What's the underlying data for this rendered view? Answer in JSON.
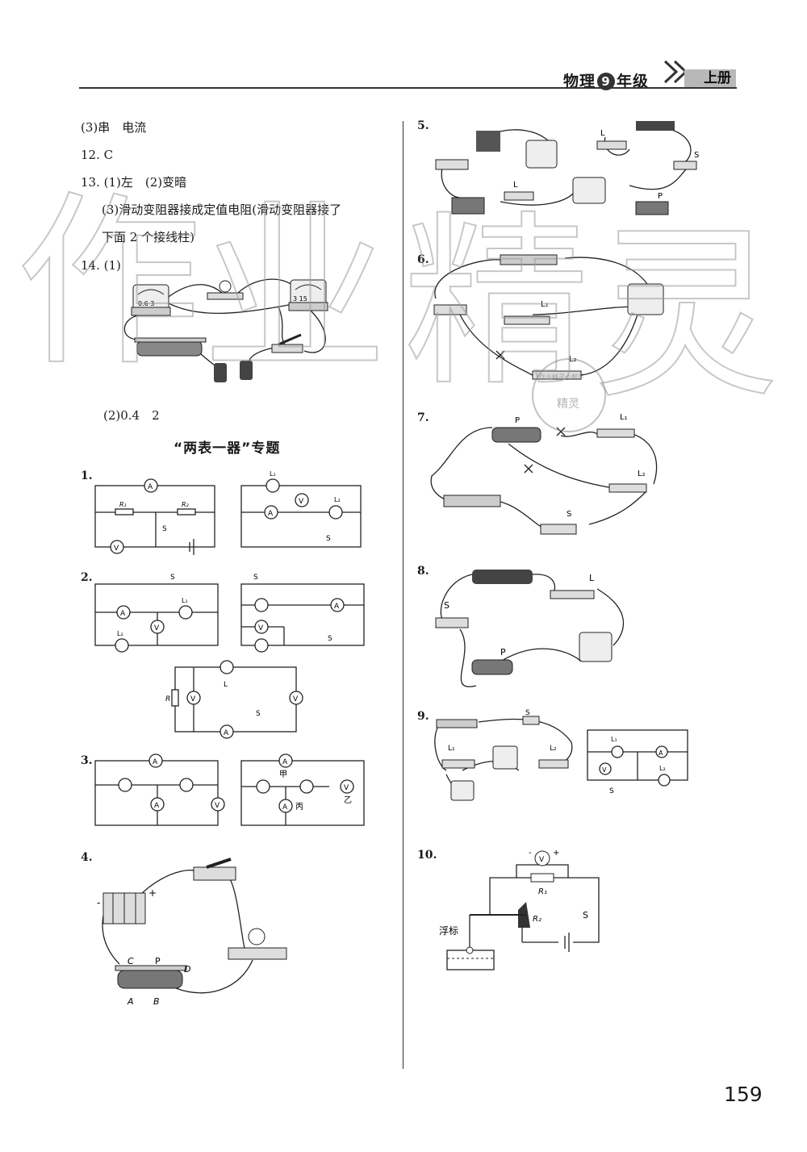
{
  "header": {
    "subject": "物理",
    "grade_number": "9",
    "grade_suffix": "年级",
    "volume": "上册"
  },
  "watermark": {
    "chars": [
      "作",
      "业",
      "精",
      "灵"
    ],
    "stamp_lines": [
      "作业精灵小帮手",
      "精灵"
    ]
  },
  "left": {
    "lines": [
      "(3)串　电流",
      "12. C",
      "13. (1)左　(2)变暗",
      "(3)滑动变阻器接成定值电阻(滑动变阻器接了",
      "下面 2 个接线柱)",
      "14. (1)",
      "(2)0.4　2"
    ],
    "section_title": "“两表一器”专题",
    "q_numbers": [
      "1.",
      "2.",
      "3.",
      "4."
    ]
  },
  "right": {
    "q_numbers": [
      "5.",
      "6.",
      "7.",
      "8.",
      "9.",
      "10."
    ]
  },
  "labels": {
    "A": "A",
    "V": "V",
    "S": "S",
    "L": "L",
    "P": "P",
    "R": "R",
    "L1": "L₁",
    "L2": "L₂",
    "R1": "R₁",
    "R2": "R₂",
    "plus": "+",
    "minus": "-",
    "jia": "甲",
    "yi": "乙",
    "bing": "丙",
    "C": "C",
    "D": "D",
    "B": "B",
    "float": "浮标",
    "meter_scale_a": "0.6 3",
    "meter_scale_b": "3 15"
  },
  "page_number": "159"
}
